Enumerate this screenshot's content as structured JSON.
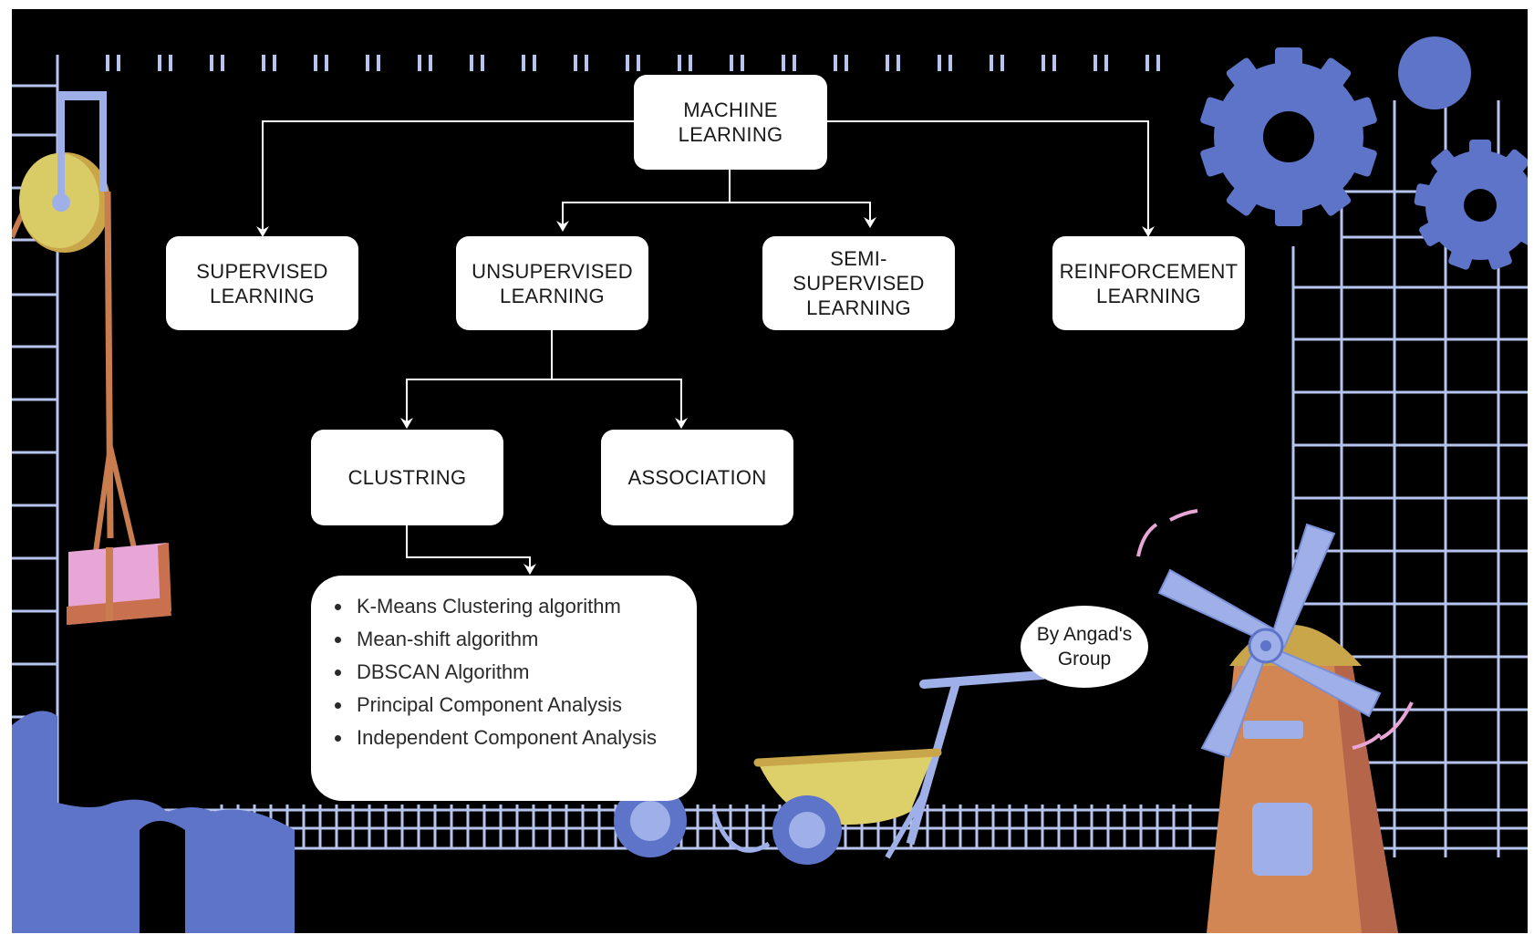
{
  "diagram": {
    "root": {
      "line1": "MACHINE",
      "line2": "LEARNING"
    },
    "categories": [
      {
        "id": "supervised",
        "line1": "SUPERVISED",
        "line2": "LEARNING"
      },
      {
        "id": "unsupervised",
        "line1": "UNSUPERVISED",
        "line2": "LEARNING"
      },
      {
        "id": "semi-supervised",
        "line1": "SEMI-SUPERVISED",
        "line2": "LEARNING"
      },
      {
        "id": "reinforcement",
        "line1": "REINFORCEMENT",
        "line2": "LEARNING"
      }
    ],
    "unsupervised_children": [
      {
        "id": "clustering",
        "label": "CLUSTRING"
      },
      {
        "id": "association",
        "label": "ASSOCIATION"
      }
    ],
    "algorithms": [
      "K-Means Clustering algorithm",
      "Mean-shift algorithm",
      "DBSCAN Algorithm",
      "Principal Component Analysis",
      "Independent Component Analysis"
    ],
    "edges": [
      [
        "root",
        "supervised"
      ],
      [
        "root",
        "unsupervised"
      ],
      [
        "root",
        "semi-supervised"
      ],
      [
        "root",
        "reinforcement"
      ],
      [
        "unsupervised",
        "clustering"
      ],
      [
        "unsupervised",
        "association"
      ],
      [
        "clustering",
        "algorithms"
      ]
    ]
  },
  "credit": {
    "line1": "By Angad's",
    "line2": "Group"
  },
  "colors": {
    "background": "#000000",
    "grid": "#b8c4f0",
    "gear": "#5e74c9",
    "pulley": "#d9cc66",
    "rope": "#c97d4e",
    "crate": "#e7a6d6",
    "windmill_body": "#d28654",
    "windmill_blades": "#9fb0e8",
    "wheelbarrow": "#ddd06a"
  }
}
